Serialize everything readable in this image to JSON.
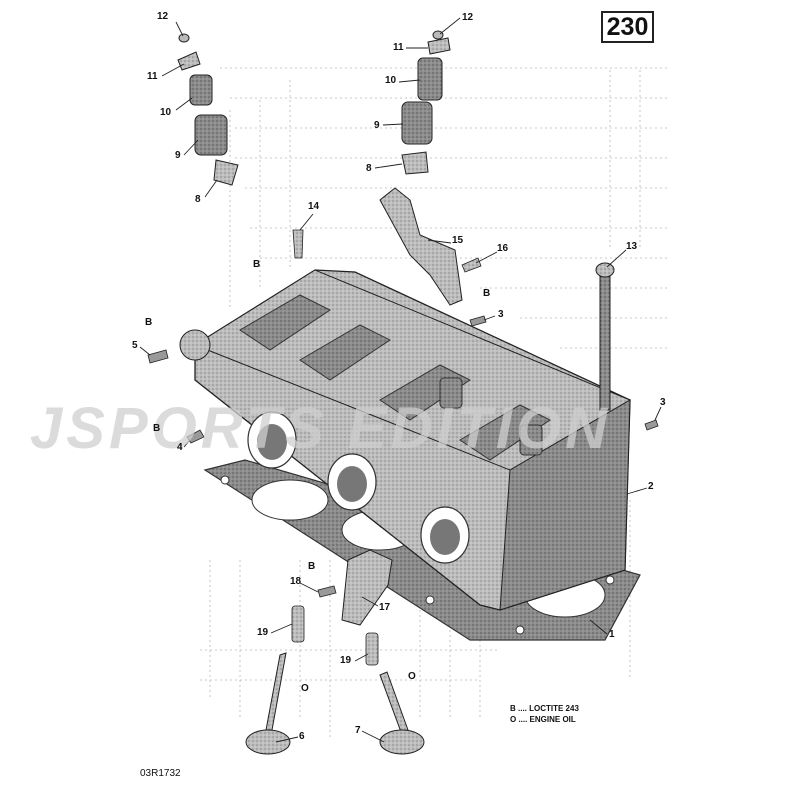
{
  "page": {
    "page_number": "230",
    "watermark": "JSPORTS EDITION",
    "reference_code": "03R1732"
  },
  "legend": {
    "items": [
      {
        "symbol": "B",
        "text": "B .... LOCTITE 243"
      },
      {
        "symbol": "O",
        "text": "O .... ENGINE OIL"
      }
    ]
  },
  "callouts": [
    {
      "id": "c12a",
      "text": "12"
    },
    {
      "id": "c11a",
      "text": "11"
    },
    {
      "id": "c10a",
      "text": "10"
    },
    {
      "id": "c9a",
      "text": "9"
    },
    {
      "id": "c8a",
      "text": "8"
    },
    {
      "id": "c12b",
      "text": "12"
    },
    {
      "id": "c11b",
      "text": "11"
    },
    {
      "id": "c10b",
      "text": "10"
    },
    {
      "id": "c9b",
      "text": "9"
    },
    {
      "id": "c8b",
      "text": "8"
    },
    {
      "id": "c14",
      "text": "14"
    },
    {
      "id": "c15",
      "text": "15"
    },
    {
      "id": "c16",
      "text": "16"
    },
    {
      "id": "c13",
      "text": "13"
    },
    {
      "id": "c3a",
      "text": "3"
    },
    {
      "id": "c3b",
      "text": "3"
    },
    {
      "id": "c5",
      "text": "5"
    },
    {
      "id": "c4",
      "text": "4"
    },
    {
      "id": "c2",
      "text": "2"
    },
    {
      "id": "c1",
      "text": "1"
    },
    {
      "id": "c18",
      "text": "18"
    },
    {
      "id": "c17",
      "text": "17"
    },
    {
      "id": "c19a",
      "text": "19"
    },
    {
      "id": "c19b",
      "text": "19"
    },
    {
      "id": "c6",
      "text": "6"
    },
    {
      "id": "c7",
      "text": "7"
    }
  ],
  "symbols": [
    {
      "id": "s14",
      "text": "B"
    },
    {
      "id": "s16",
      "text": "B"
    },
    {
      "id": "s5",
      "text": "B"
    },
    {
      "id": "s4",
      "text": "B"
    },
    {
      "id": "s18",
      "text": "B"
    },
    {
      "id": "s6",
      "text": "O"
    },
    {
      "id": "s7",
      "text": "O"
    }
  ]
}
